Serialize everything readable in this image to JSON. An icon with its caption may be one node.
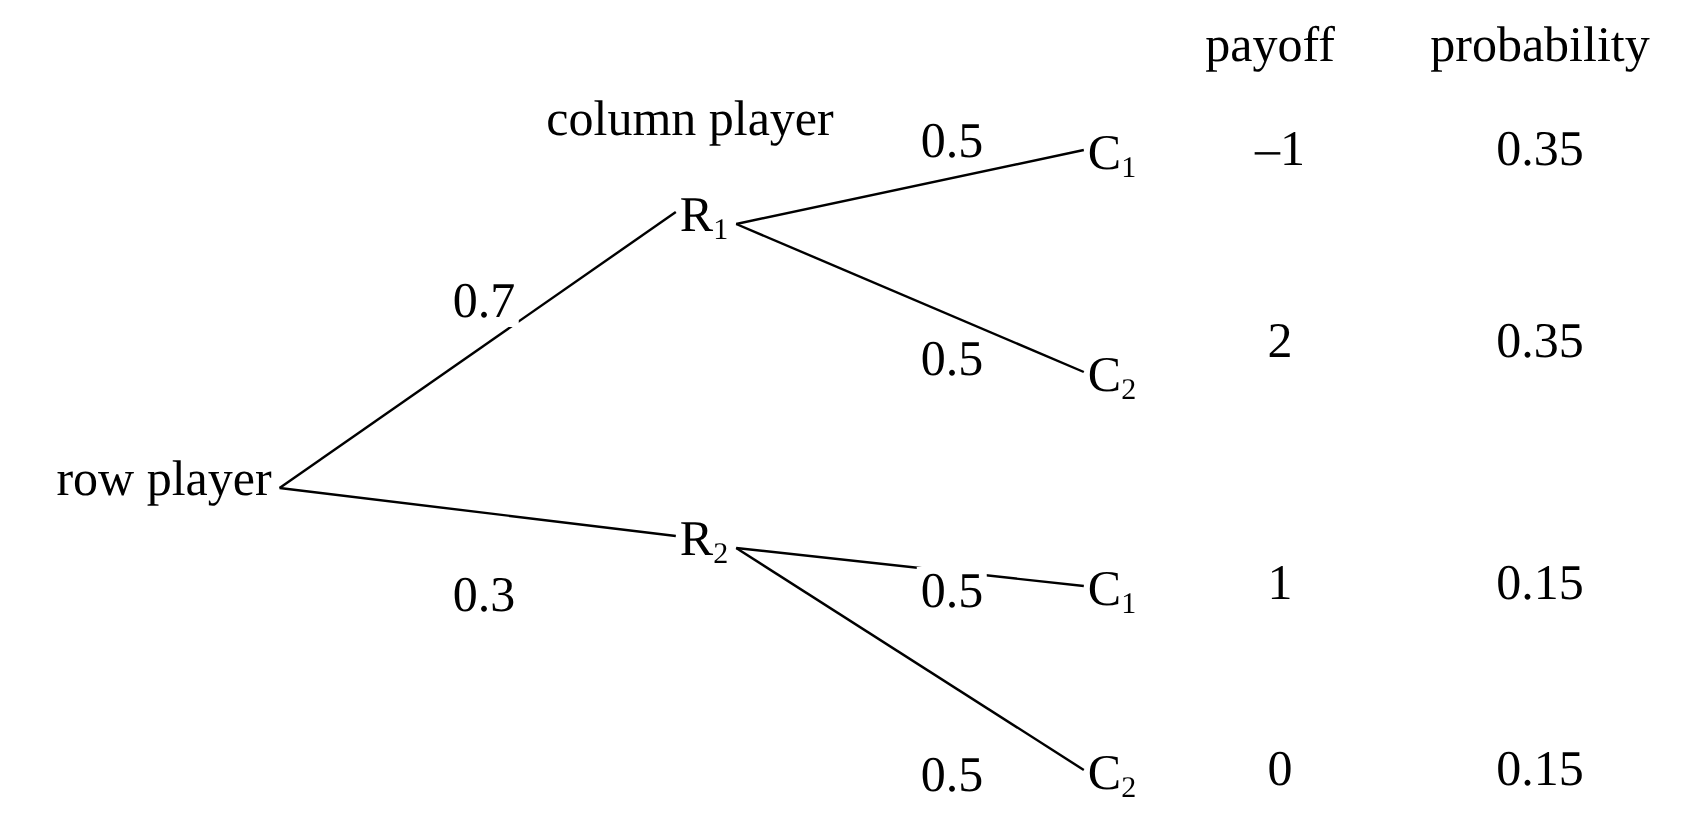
{
  "diagram": {
    "nodes": [
      {
        "text": [
          "row player"
        ]
      },
      {
        "text": [
          "R$_{1}$"
        ]
      },
      {
        "text": [
          "R$_{2}$"
        ]
      },
      {
        "text": [
          "C$_{1}$"
        ]
      },
      {
        "text": [
          "C$_{2}$"
        ]
      },
      {
        "text": [
          "C$_{1}$"
        ]
      },
      {
        "text": [
          "C$_{2}$"
        ]
      }
    ],
    "edges": [
      {
        "from": 0,
        "to": 1,
        "arrow": "none",
        "label": "0.7"
      },
      {
        "from": 0,
        "to": 2,
        "arrow": "none",
        "label": "0.3"
      },
      {
        "from": 1,
        "to": 3,
        "arrow": "none",
        "label": "0.5"
      },
      {
        "from": 1,
        "to": 4,
        "arrow": "none",
        "label": "0.5"
      },
      {
        "from": 2,
        "to": 5,
        "arrow": "none",
        "label": "0.5"
      },
      {
        "from": 2,
        "to": 6,
        "arrow": "none",
        "label": "0.5"
      }
    ],
    "labels": [
      "column player",
      "payoff",
      "probability",
      "–1",
      "0.35",
      "2",
      "0.35",
      "1",
      "0.15",
      "0",
      "0.15"
    ]
  }
}
